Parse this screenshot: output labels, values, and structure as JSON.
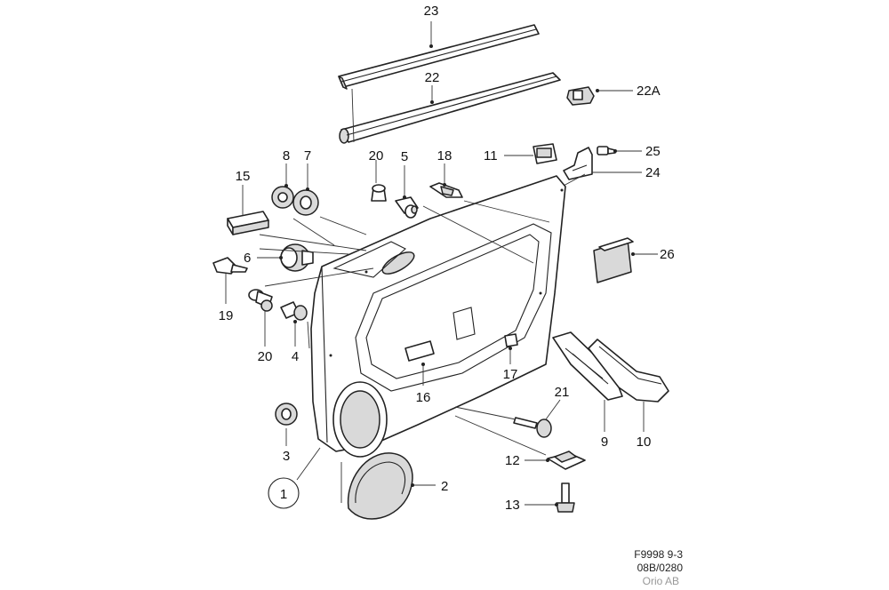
{
  "callouts": {
    "c1": "1",
    "c2": "2",
    "c3": "3",
    "c4": "4",
    "c5": "5",
    "c6": "6",
    "c7": "7",
    "c8": "8",
    "c9": "9",
    "c10": "10",
    "c11": "11",
    "c12": "12",
    "c13": "13",
    "c15": "15",
    "c16": "16",
    "c17": "17",
    "c18": "18",
    "c19": "19",
    "c20a": "20",
    "c20b": "20",
    "c21": "21",
    "c22": "22",
    "c22a": "22A",
    "c23": "23",
    "c24": "24",
    "c25": "25",
    "c26": "26"
  },
  "footer": {
    "line1": "F9998 9-3",
    "line2": "08B/0280",
    "line3": "Orio AB"
  }
}
